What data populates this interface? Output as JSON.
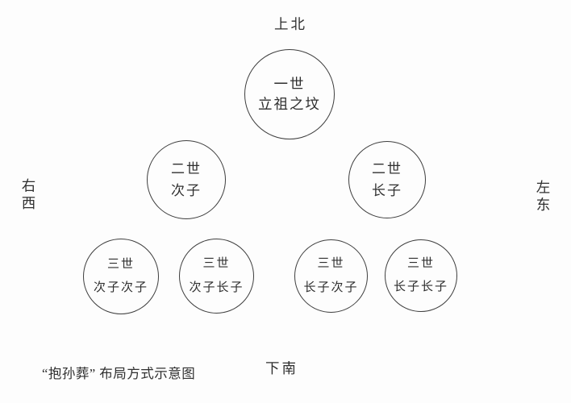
{
  "diagram": {
    "caption": "“抱孙葬” 布局方式示意图"
  },
  "compass": {
    "north": "上北",
    "south": "下南",
    "west": "右西",
    "east": "左东"
  },
  "nodes": [
    {
      "id": "gen1-ancestor",
      "generation": "一世",
      "name": "立祖之坟"
    },
    {
      "id": "gen2-second-son",
      "generation": "二世",
      "name": "次子"
    },
    {
      "id": "gen2-eldest-son",
      "generation": "二世",
      "name": "长子"
    },
    {
      "id": "gen3-second-son-second-son",
      "generation": "三世",
      "name": "次子次子"
    },
    {
      "id": "gen3-second-son-eldest-son",
      "generation": "三世",
      "name": "次子长子"
    },
    {
      "id": "gen3-eldest-son-second-son",
      "generation": "三世",
      "name": "长子次子"
    },
    {
      "id": "gen3-eldest-son-eldest-son",
      "generation": "三世",
      "name": "长子长子"
    }
  ],
  "colors": {
    "background": "#fdfdfd",
    "stroke": "#3e3e3e",
    "text": "#2f2f2f"
  }
}
